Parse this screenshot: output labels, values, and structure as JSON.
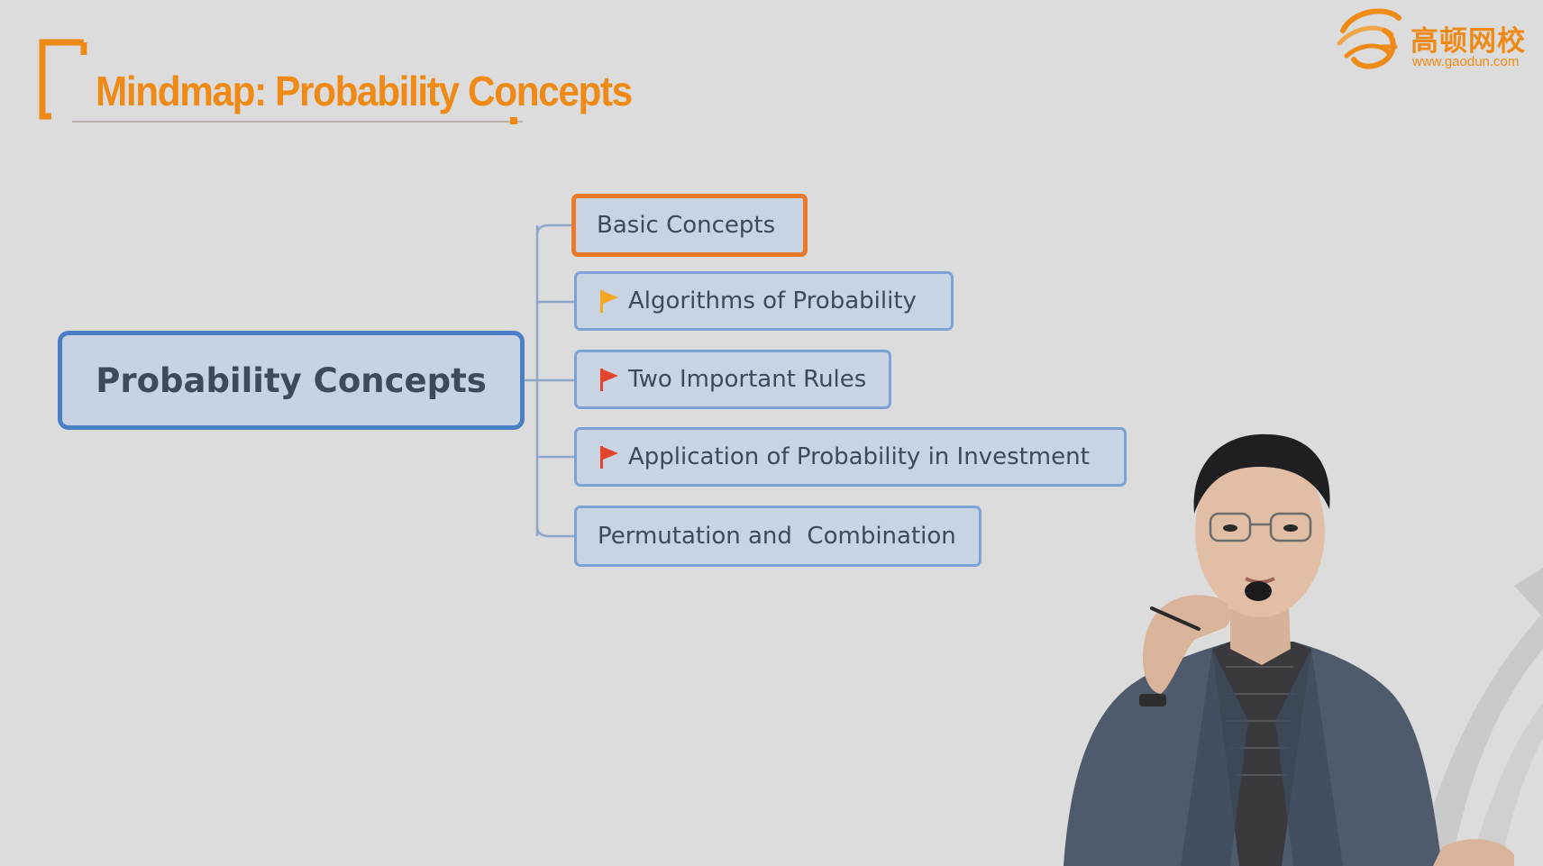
{
  "slide": {
    "title": "Mindmap: Probability Concepts"
  },
  "logo": {
    "name": "高顿网校",
    "url": "www.gaodun.com"
  },
  "mindmap": {
    "root": "Probability Concepts",
    "branches": [
      {
        "label": "Basic Concepts",
        "flag": "none",
        "selected": true
      },
      {
        "label": "Algorithms of Probability",
        "flag": "orange-flag-icon",
        "selected": false
      },
      {
        "label": "Two Important Rules",
        "flag": "red-flag-icon",
        "selected": false
      },
      {
        "label": "Application of Probability in Investment",
        "flag": "red-flag-icon",
        "selected": false
      },
      {
        "label": "Permutation and  Combination",
        "flag": "none",
        "selected": false
      }
    ]
  },
  "colors": {
    "title": "#ef8a17",
    "root_border": "#4a7fc6",
    "branch_border": "#7ca2d8",
    "selected_border": "#e97a2c",
    "node_fill": "#c9d4e3",
    "flag_orange": "#f5a623",
    "flag_red": "#e4432d"
  }
}
